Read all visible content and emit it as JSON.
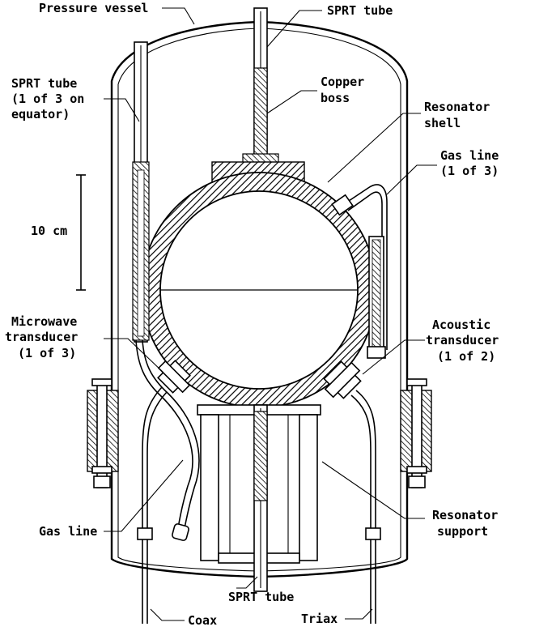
{
  "labels": {
    "pressure_vessel": "Pressure vessel",
    "sprt_tube_top": "SPRT tube",
    "sprt_tube_side_1": "SPRT tube",
    "sprt_tube_side_2": "(1 of 3 on",
    "sprt_tube_side_3": "equator)",
    "copper_boss_1": "Copper",
    "copper_boss_2": "boss",
    "resonator_shell_1": "Resonator",
    "resonator_shell_2": "shell",
    "gas_line_top_1": "Gas line",
    "gas_line_top_2": "(1 of 3)",
    "scale": "10 cm",
    "microwave_1": "Microwave",
    "microwave_2": "transducer",
    "microwave_3": "(1 of 3)",
    "acoustic_1": "Acoustic",
    "acoustic_2": "transducer",
    "acoustic_3": "(1 of 2)",
    "gas_line_bottom": "Gas line",
    "resonator_support_1": "Resonator",
    "resonator_support_2": "support",
    "sprt_tube_bottom": "SPRT tube",
    "coax": "Coax",
    "triax": "Triax"
  }
}
